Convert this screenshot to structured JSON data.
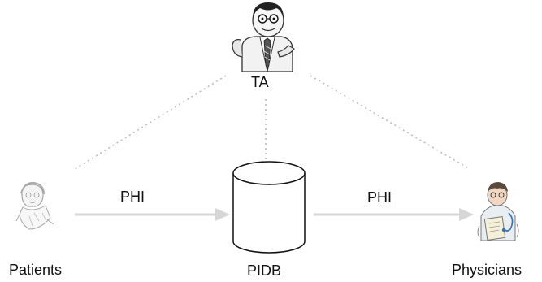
{
  "nodes": {
    "ta": {
      "label": "TA",
      "icon": "ta-person-icon"
    },
    "patients": {
      "label": "Patients",
      "icon": "patient-icon"
    },
    "pidb": {
      "label": "PIDB",
      "icon": "database-cylinder-icon"
    },
    "physicians": {
      "label": "Physicians",
      "icon": "physician-icon"
    }
  },
  "edges": {
    "patients_to_pidb": {
      "label": "PHI"
    },
    "pidb_to_physicians": {
      "label": "PHI"
    }
  },
  "colors": {
    "arrow": "#d6d6d6",
    "dotted": "#bdbdbd",
    "outline": "#111111",
    "cylinder_fill": "#ffffff"
  }
}
